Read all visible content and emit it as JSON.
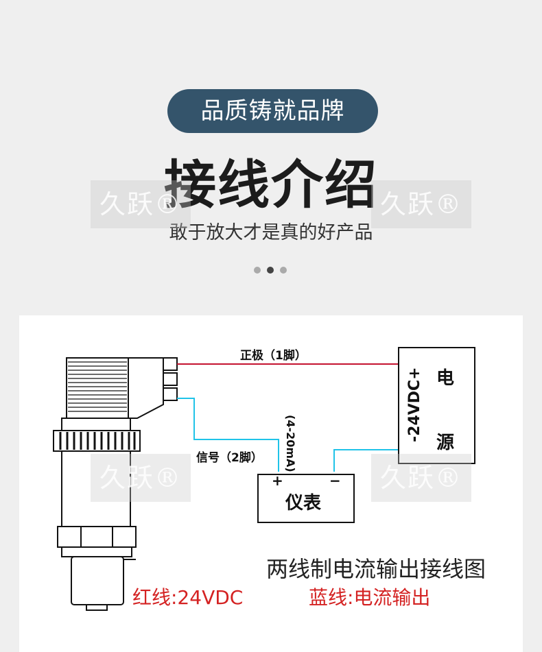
{
  "header": {
    "badge": "品质铸就品牌",
    "title": "接线介绍",
    "subtitle": "敢于放大才是真的好产品"
  },
  "watermark": {
    "text": "久跃®"
  },
  "diagram": {
    "wire_positive_label": "正极（1脚）",
    "wire_signal_label": "信号（2脚）",
    "current_label": "(4-20mA)",
    "meter_label": "仪表",
    "meter_plus": "+",
    "meter_minus": "−",
    "supply_voltage": "-24VDC+",
    "supply_char_1": "电",
    "supply_char_2": "源",
    "caption": "两线制电流输出接线图",
    "legend_red": "红线:24VDC",
    "legend_blue": "蓝线:电流输出"
  },
  "colors": {
    "badge_bg": "#34546b",
    "red_wire": "#c4122f",
    "blue_wire": "#1fc3e8",
    "legend_text": "#d42222",
    "dot_active": "#444444",
    "dot_inactive": "#aaaaaa"
  }
}
